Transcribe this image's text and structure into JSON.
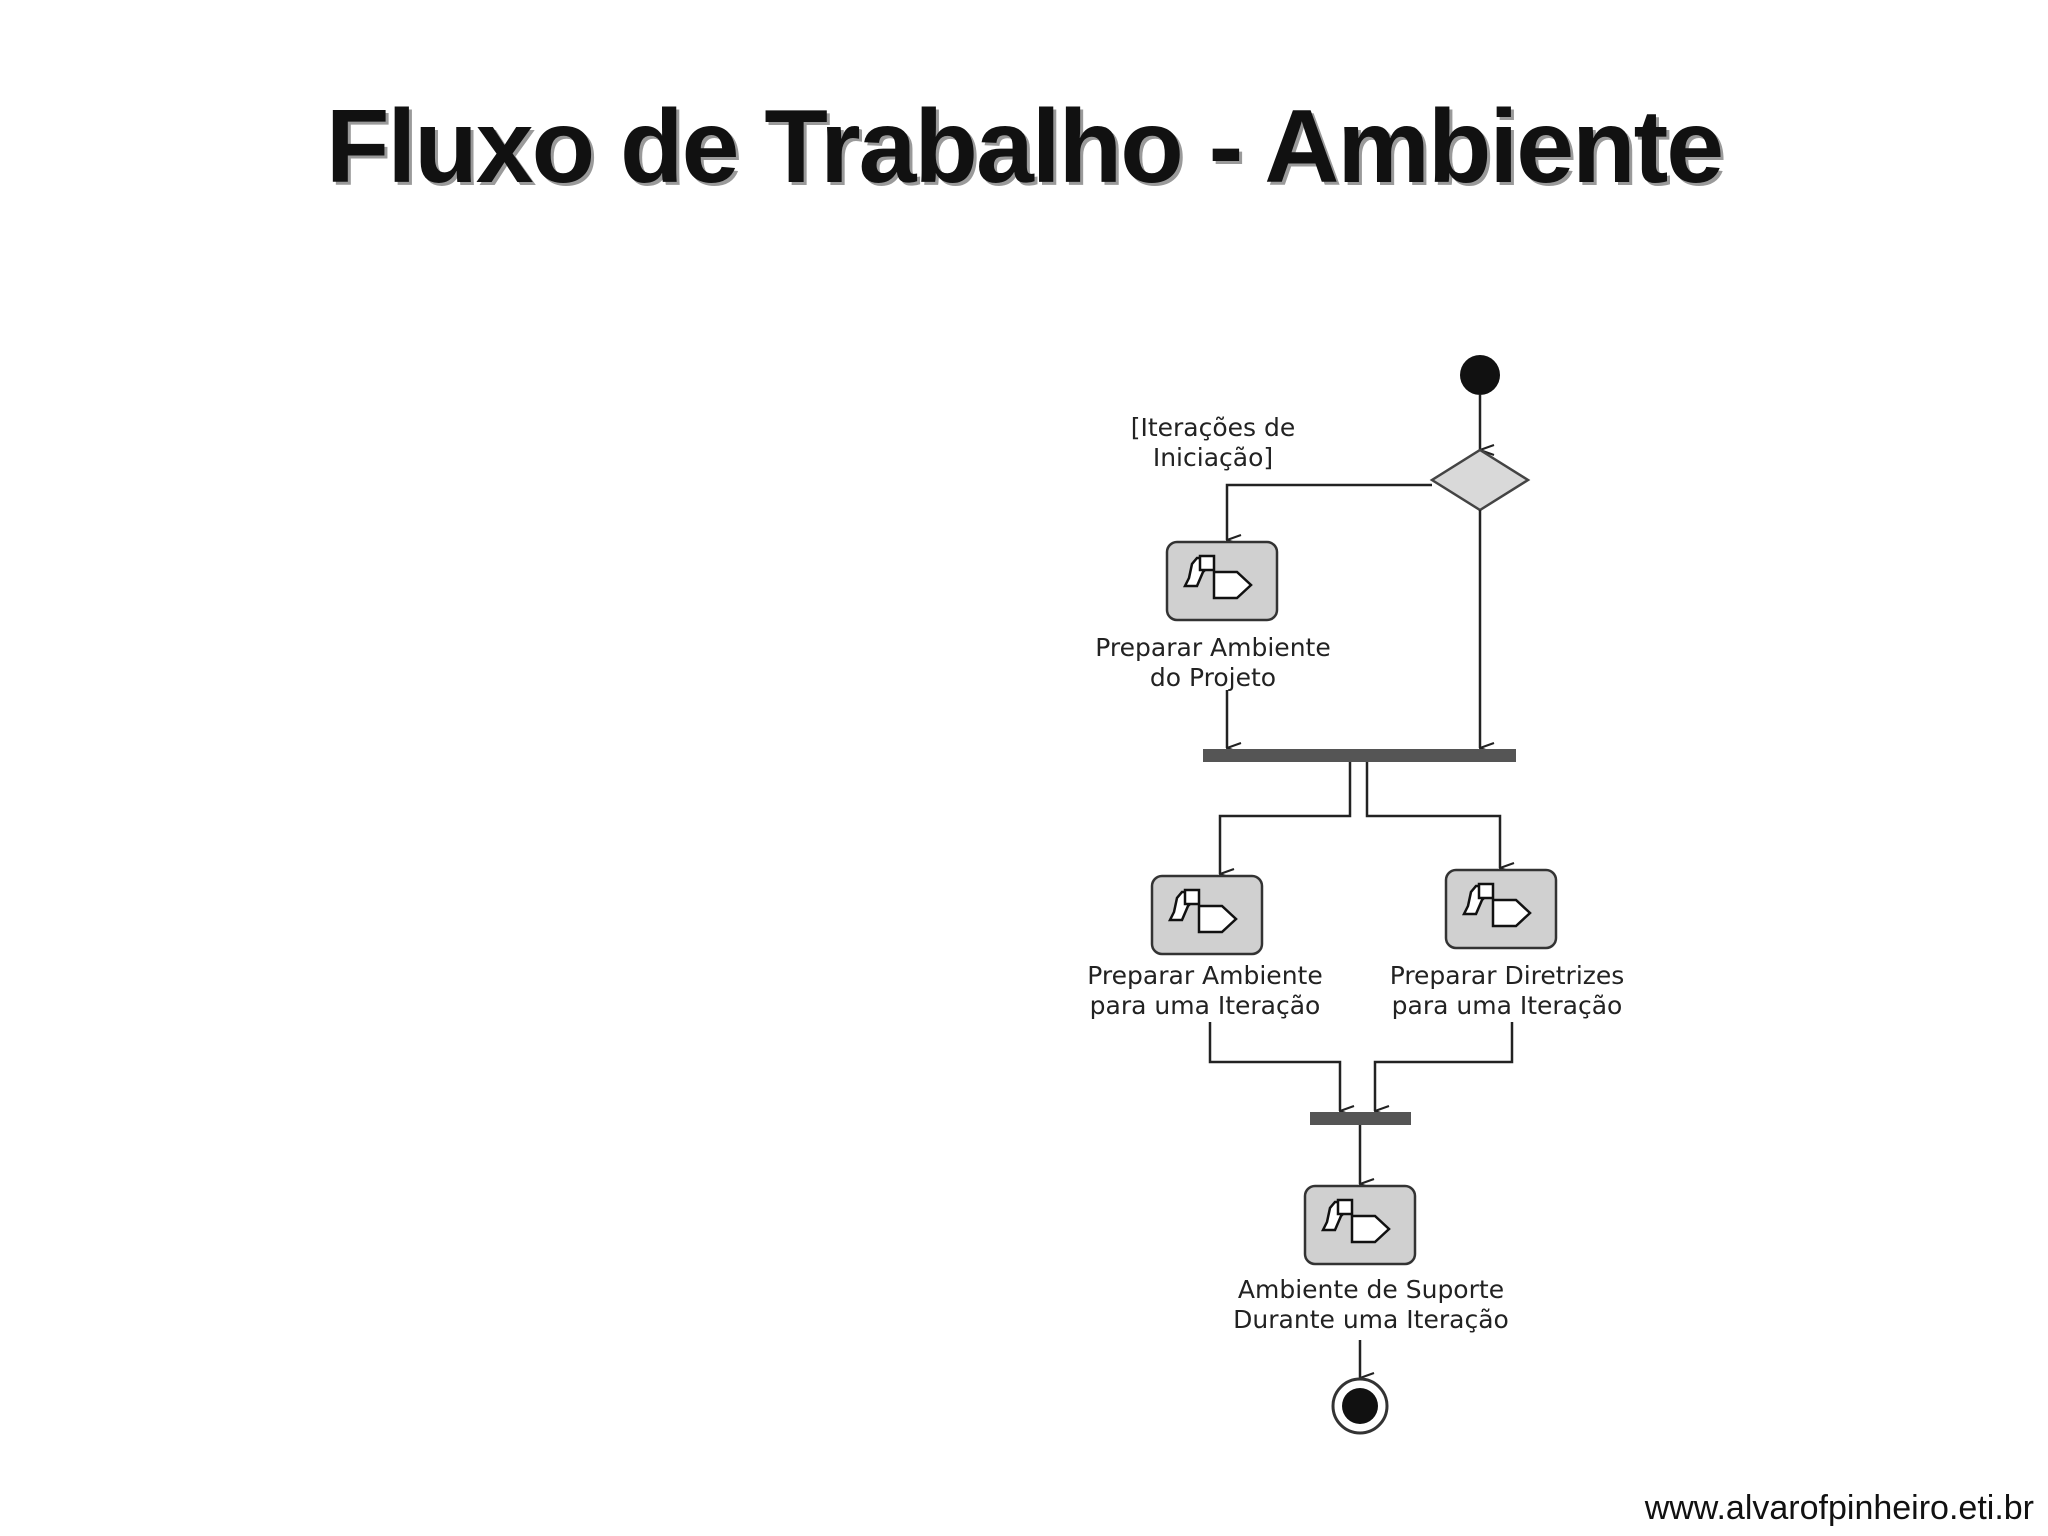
{
  "title": "Fluxo de Trabalho - Ambiente",
  "guard": {
    "line1": "[Iterações de",
    "line2": "Iniciação]"
  },
  "activities": [
    {
      "line1": "Preparar Ambiente",
      "line2": "do Projeto",
      "icon": "activity-icon"
    },
    {
      "line1": "Preparar Ambiente",
      "line2": "para uma Iteração",
      "icon": "activity-icon"
    },
    {
      "line1": "Preparar Diretrizes",
      "line2": "para uma Iteração",
      "icon": "activity-icon"
    },
    {
      "line1": "Ambiente de Suporte",
      "line2": "Durante uma Iteração",
      "icon": "activity-icon"
    }
  ],
  "footer": {
    "url": "www.alvarofpinheiro.eti.br"
  },
  "colors": {
    "node_fill": "#d0d0d0",
    "bar": "#555555",
    "line": "#222222",
    "decision_fill": "#d9d9d9"
  }
}
